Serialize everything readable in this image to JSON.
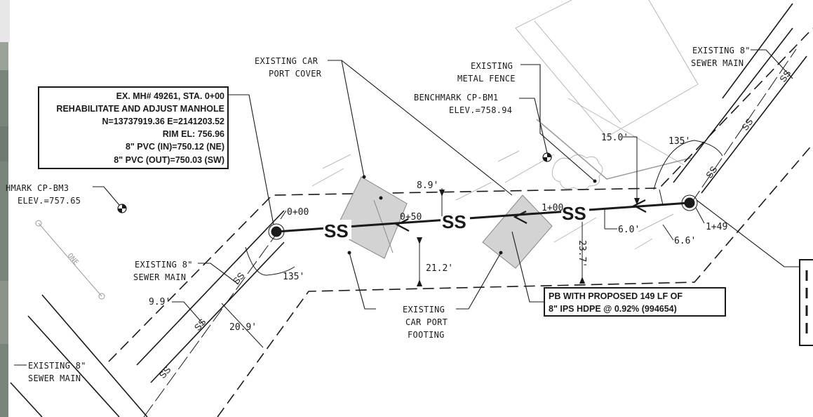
{
  "manhole_callout": {
    "lines": [
      "EX. MH# 49261, STA. 0+00",
      "REHABILITATE AND ADJUST MANHOLE",
      "N=13737919.36 E=2141203.52",
      "RIM EL: 756.96",
      "8\" PVC (IN)=750.12 (NE)",
      "8\" PVC (OUT)=750.03 (SW)"
    ]
  },
  "pipe_callout": {
    "lines": [
      "PB WITH PROPOSED 149 LF OF",
      "8\" IPS HDPE @ 0.92% (994654)"
    ]
  },
  "labels": {
    "car_port_cover": [
      "EXISTING CAR",
      "PORT COVER"
    ],
    "metal_fence": [
      "EXISTING",
      "METAL FENCE"
    ],
    "benchmark_bm1": [
      "BENCHMARK CP-BM1",
      "ELEV.=758.94"
    ],
    "benchmark_bm3": [
      "HMARK CP-BM3",
      "ELEV.=757.65"
    ],
    "sewer_main_ne": [
      "EXISTING 8\"",
      "SEWER MAIN"
    ],
    "sewer_main_mid": [
      "EXISTING 8\"",
      "SEWER MAIN"
    ],
    "sewer_main_sw": [
      "EXISTING 8\"",
      "SEWER MAIN"
    ],
    "car_port_footing": [
      "EXISTING",
      "CAR PORT",
      "FOOTING"
    ],
    "one_way": "ONE"
  },
  "stations": {
    "start": "0+00",
    "mid": "0+50",
    "one": "1+00",
    "end": "1+49"
  },
  "dimensions": {
    "d_8_9": "8.9'",
    "d_21_2": "21.2'",
    "d_15_0": "15.0'",
    "d_6_0": "6.0'",
    "d_6_6": "6.6'",
    "d_23_7": "23.7'",
    "d_9_9": "9.9'",
    "d_20_9": "20.9'",
    "angle_ne": "135'",
    "angle_sw": "135'"
  },
  "pipe": {
    "symbol": "SS"
  },
  "colors": {
    "linework": "#1a1a1a",
    "light_linework": "#b8b8b8",
    "footing_fill": "#d3d3d3",
    "background": "#ffffff"
  }
}
